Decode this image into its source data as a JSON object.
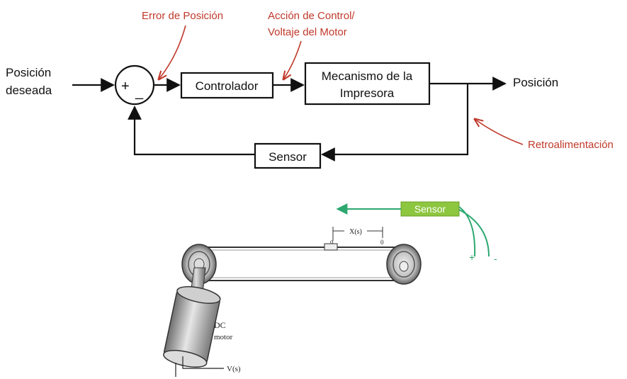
{
  "block_diagram": {
    "input_label_line1": "Posición",
    "input_label_line2": "deseada",
    "sum_plus": "+",
    "sum_minus": "_",
    "error_label": "Error de Posición",
    "control_action_line1": "Acción de Control/",
    "control_action_line2": "Voltaje del Motor",
    "controller_label": "Controlador",
    "plant_line1": "Mecanismo de la",
    "plant_line2": "Impresora",
    "output_label": "Posición",
    "sensor_label": "Sensor",
    "feedback_label": "Retroalimentación",
    "annotation_color": "#c0392b"
  },
  "illustration": {
    "sensor_label": "Sensor",
    "sensor_color": "#8dc63f",
    "wire_color": "#2ca870",
    "terminal_plus": "+",
    "terminal_minus": "-",
    "position_label": "X(s)",
    "zero_label": "0",
    "motor_line1": "DC",
    "motor_line2": "motor",
    "voltage_label": "V(s)"
  }
}
